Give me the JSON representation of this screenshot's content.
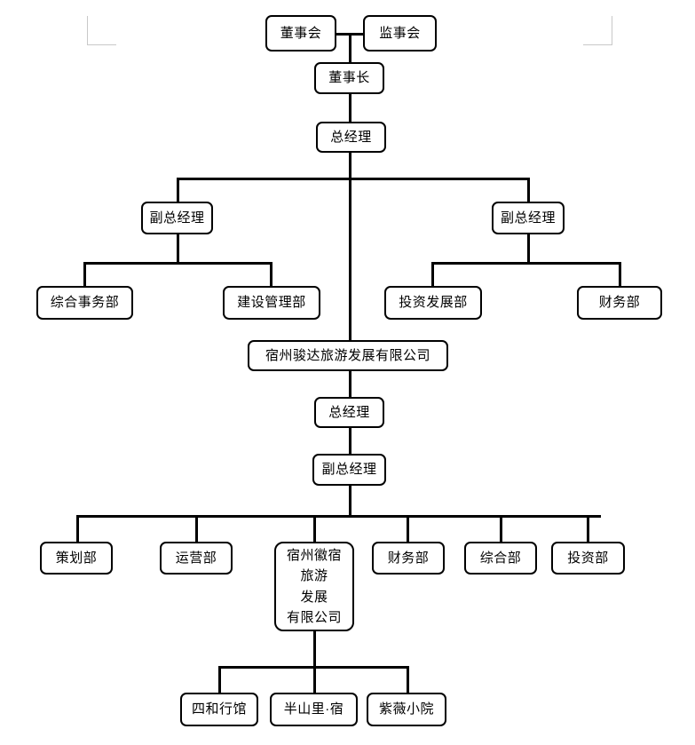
{
  "document": {
    "type": "organization-chart",
    "title": "",
    "background_color": "#ffffff",
    "line_color": "#000000",
    "box_border_color": "#000000",
    "box_fill_color": "#ffffff",
    "margin_mark_color": "#c8c8c8"
  },
  "nodes": {
    "board_of_directors": "董事会",
    "board_of_supervisors": "监事会",
    "chairman": "董事长",
    "general_manager": "总经理",
    "deputy_gm_left": "副总经理",
    "deputy_gm_right": "副总经理",
    "dept_general_affairs": "综合事务部",
    "dept_construction_mgmt": "建设管理部",
    "dept_investment_development": "投资发展部",
    "dept_finance_top": "财务部",
    "subsidiary_jinda": "宿州骏达旅游发展有限公司",
    "sub_general_manager": "总经理",
    "sub_deputy_general_manager": "副总经理",
    "dept_planning": "策划部",
    "dept_operations": "运营部",
    "dept_finance_bottom": "财务部",
    "dept_general": "综合部",
    "dept_investment": "投资部",
    "subsidiary_huisu_lines": [
      "宿州徽宿",
      "旅游",
      "发展",
      "有限公司"
    ],
    "property_sihe": "四和行馆",
    "property_banshanli": "半山里·宿",
    "property_ziwei": "紫薇小院"
  }
}
